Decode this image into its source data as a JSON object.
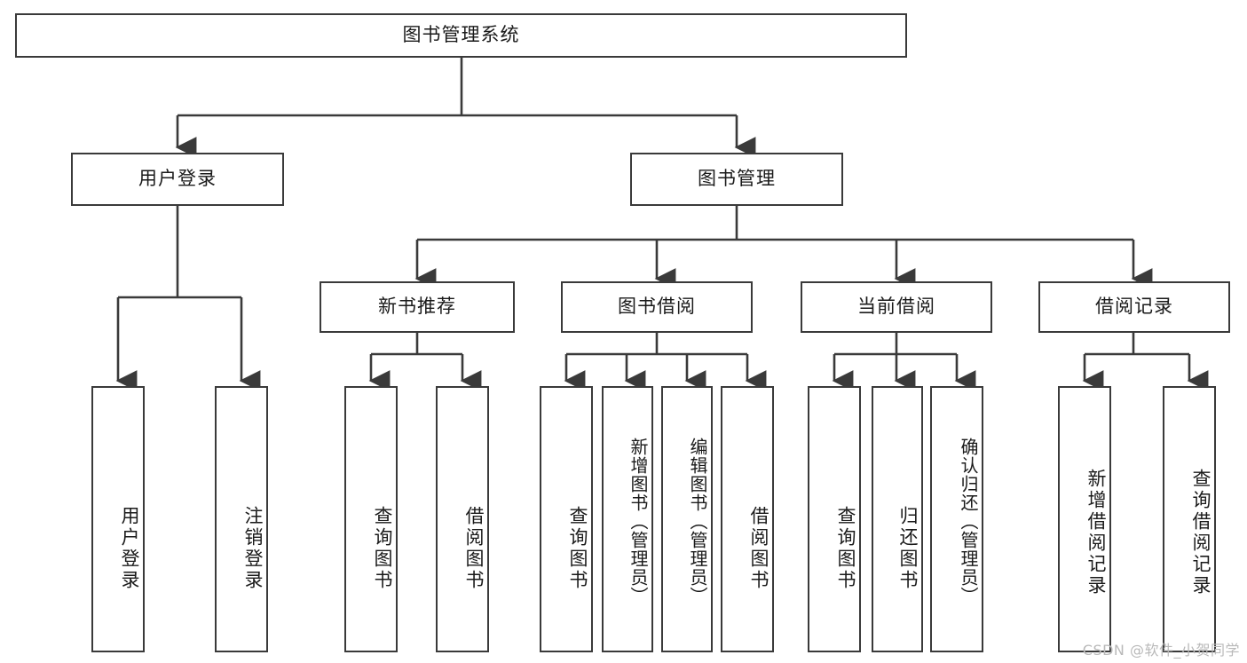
{
  "diagram": {
    "title": "图书管理系统",
    "type": "tree-hierarchy",
    "watermark": "CSDN @软件_小贺同学",
    "colors": {
      "border": "#3a3a3a",
      "background": "#ffffff",
      "text": "#1a1a1a",
      "watermark": "#b9b9b9"
    }
  },
  "nodes": {
    "root": {
      "label": "图书管理系统",
      "level": 0
    },
    "level1": [
      {
        "id": "user-login",
        "label": "用户登录"
      },
      {
        "id": "book-manage",
        "label": "图书管理"
      }
    ],
    "level2": [
      {
        "id": "new-book-recommend",
        "label": "新书推荐",
        "parent": "book-manage"
      },
      {
        "id": "book-borrow",
        "label": "图书借阅",
        "parent": "book-manage"
      },
      {
        "id": "current-borrow",
        "label": "当前借阅",
        "parent": "book-manage"
      },
      {
        "id": "borrow-record",
        "label": "借阅记录",
        "parent": "book-manage"
      }
    ],
    "leaves": [
      {
        "id": "leaf-user-login",
        "label": "用户登录",
        "parent": "user-login"
      },
      {
        "id": "leaf-logout-login",
        "label": "注销登录",
        "parent": "user-login"
      },
      {
        "id": "leaf-query-book-1",
        "label": "查询图书",
        "parent": "new-book-recommend"
      },
      {
        "id": "leaf-borrow-book-1",
        "label": "借阅图书",
        "parent": "new-book-recommend"
      },
      {
        "id": "leaf-query-book-2",
        "label": "查询图书",
        "parent": "book-borrow"
      },
      {
        "id": "leaf-add-book",
        "label": "新增图书（管理员）",
        "parent": "book-borrow"
      },
      {
        "id": "leaf-edit-book",
        "label": "编辑图书（管理员）",
        "parent": "book-borrow"
      },
      {
        "id": "leaf-borrow-book-2",
        "label": "借阅图书",
        "parent": "book-borrow"
      },
      {
        "id": "leaf-query-book-3",
        "label": "查询图书",
        "parent": "current-borrow"
      },
      {
        "id": "leaf-return-book",
        "label": "归还图书",
        "parent": "current-borrow"
      },
      {
        "id": "leaf-confirm-return",
        "label": "确认归还（管理员）",
        "parent": "current-borrow"
      },
      {
        "id": "leaf-add-borrow-record",
        "label": "新增借阅记录",
        "parent": "borrow-record"
      },
      {
        "id": "leaf-query-borrow-record",
        "label": "查询借阅记录",
        "parent": "borrow-record"
      }
    ]
  }
}
